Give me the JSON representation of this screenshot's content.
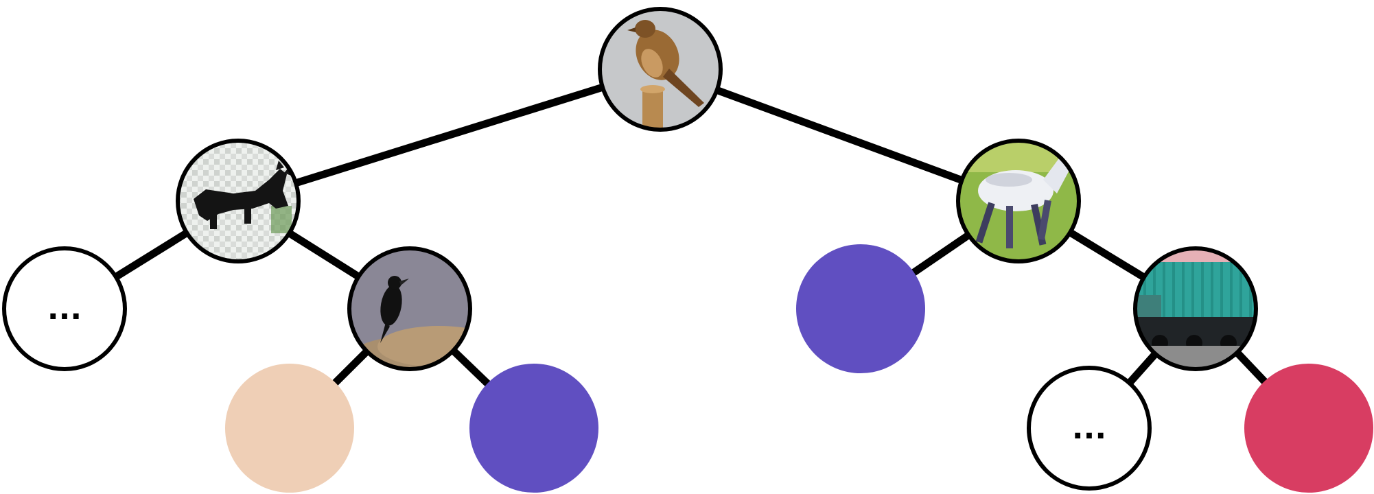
{
  "diagram": {
    "type": "binary-tree",
    "nodes": [
      {
        "id": "root",
        "kind": "image",
        "depicts": "sparrow-on-post",
        "icon": "bird-image-icon"
      },
      {
        "id": "left",
        "kind": "image",
        "depicts": "cat-silhouette",
        "icon": "cat-image-icon"
      },
      {
        "id": "right",
        "kind": "image",
        "depicts": "white-horse",
        "icon": "horse-image-icon"
      },
      {
        "id": "left-left",
        "kind": "ellipsis",
        "label": "..."
      },
      {
        "id": "left-right",
        "kind": "image",
        "depicts": "blackbird-on-mound",
        "icon": "bird-image-icon"
      },
      {
        "id": "left-right-left",
        "kind": "leaf",
        "color": "#EFCFB6"
      },
      {
        "id": "left-right-right",
        "kind": "leaf",
        "color": "#604FC1"
      },
      {
        "id": "right-left",
        "kind": "leaf",
        "color": "#604FC1"
      },
      {
        "id": "right-right",
        "kind": "image",
        "depicts": "teal-truck",
        "icon": "truck-image-icon"
      },
      {
        "id": "right-right-left",
        "kind": "ellipsis",
        "label": "..."
      },
      {
        "id": "right-right-right",
        "kind": "leaf",
        "color": "#D83D62"
      }
    ],
    "edges": [
      [
        "root",
        "left"
      ],
      [
        "root",
        "right"
      ],
      [
        "left",
        "left-left"
      ],
      [
        "left",
        "left-right"
      ],
      [
        "left-right",
        "left-right-left"
      ],
      [
        "left-right",
        "left-right-right"
      ],
      [
        "right",
        "right-left"
      ],
      [
        "right",
        "right-right"
      ],
      [
        "right-right",
        "right-right-left"
      ],
      [
        "right-right",
        "right-right-right"
      ]
    ],
    "colors": {
      "edge": "#000000",
      "node_border": "#000000",
      "leaf_peach": "#EFCFB6",
      "leaf_purple": "#604FC1",
      "leaf_red": "#D83D62"
    }
  }
}
